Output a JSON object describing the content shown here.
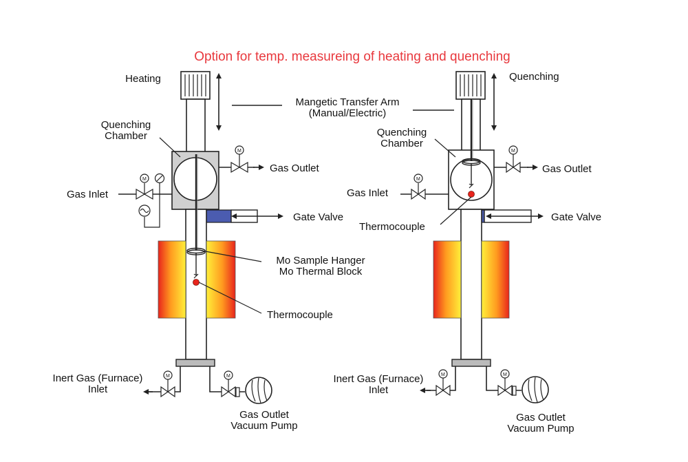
{
  "title": "Option for temp. measureing of heating and quenching",
  "colors": {
    "title": "#e8383d",
    "chamber": "#d0d0d0",
    "gate_valve": "#4b5cb0",
    "furnace_hot": "#e8251c",
    "furnace_mid": "#ff9a1f",
    "furnace_cool": "#ffef3a",
    "thermocouple": "#e8251c"
  },
  "labels": {
    "transfer_arm_line1": "Mangetic Transfer Arm",
    "transfer_arm_line2": "(Manual/Electric)"
  },
  "left": {
    "mode": "Heating",
    "chamber_line1": "Quenching",
    "chamber_line2": "Chamber",
    "gas_outlet": "Gas Outlet",
    "gas_inlet": "Gas Inlet",
    "gate_valve": "Gate Valve",
    "hanger_line1": "Mo Sample Hanger",
    "hanger_line2": "Mo Thermal Block",
    "thermocouple": "Thermocouple",
    "inert_line1": "Inert Gas (Furnace)",
    "inert_line2": "Inlet",
    "pump_line1": "Gas Outlet",
    "pump_line2": "Vacuum Pump"
  },
  "right": {
    "mode": "Quenching",
    "chamber_line1": "Quenching",
    "chamber_line2": "Chamber",
    "gas_outlet": "Gas Outlet",
    "gas_inlet": "Gas Inlet",
    "gate_valve": "Gate Valve",
    "thermocouple": "Thermocouple",
    "inert_line1": "Inert Gas (Furnace)",
    "inert_line2": "Inlet",
    "pump_line1": "Gas Outlet",
    "pump_line2": "Vacuum Pump"
  }
}
